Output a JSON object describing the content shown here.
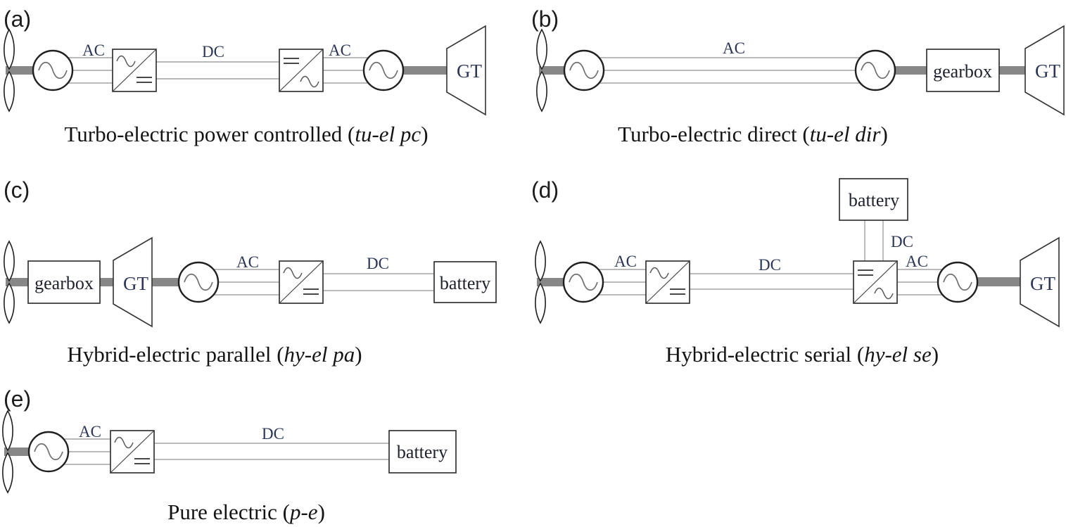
{
  "terms": {
    "ac": "AC",
    "dc": "DC",
    "gt": "GT",
    "gearbox": "gearbox",
    "battery": "battery"
  },
  "panels": {
    "a": {
      "tag": "(a)",
      "caption_prefix": "Turbo-electric power controlled (",
      "caption_italic": "tu-el pc",
      "caption_suffix": ")"
    },
    "b": {
      "tag": "(b)",
      "caption_prefix": "Turbo-electric direct (",
      "caption_italic": "tu-el dir",
      "caption_suffix": ")"
    },
    "c": {
      "tag": "(c)",
      "caption_prefix": "Hybrid-electric parallel (",
      "caption_italic": "hy-el pa",
      "caption_suffix": ")"
    },
    "d": {
      "tag": "(d)",
      "caption_prefix": "Hybrid-electric serial (",
      "caption_italic": "hy-el se",
      "caption_suffix": ")"
    },
    "e": {
      "tag": "(e)",
      "caption_prefix": "Pure electric (",
      "caption_italic": "p-e",
      "caption_suffix": ")"
    }
  },
  "colors": {
    "wire": "#a3a3a3",
    "shaft": "#878787",
    "component_stroke": "#1f1f1f",
    "bus_label": "#2a3558",
    "caption": "#141414"
  }
}
